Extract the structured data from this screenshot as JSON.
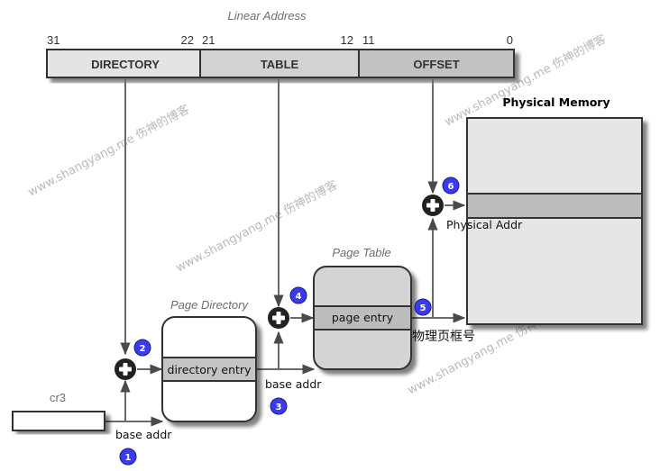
{
  "diagram": {
    "title": "Linear Address",
    "linear_address": {
      "bit_labels": [
        "31",
        "22",
        "21",
        "12",
        "11",
        "0"
      ],
      "segments": [
        {
          "label": "DIRECTORY",
          "bits": "31-22",
          "color": "#e4e4e4"
        },
        {
          "label": "TABLE",
          "bits": "21-12",
          "color": "#d2d2d2"
        },
        {
          "label": "OFFSET",
          "bits": "11-0",
          "color": "#c2c2c2"
        }
      ]
    },
    "cr3": {
      "label": "cr3"
    },
    "page_directory": {
      "title": "Page Directory",
      "entry_label": "directory entry"
    },
    "page_table": {
      "title": "Page Table",
      "entry_label": "page entry"
    },
    "physical_memory": {
      "title": "Physical Memory"
    },
    "labels": {
      "base_addr_1": "base addr",
      "base_addr_3": "base addr",
      "physical_addr": "Physical Addr",
      "page_frame_number": "物理页框号"
    },
    "adders": [
      {
        "id": "adder-directory",
        "icon": "plus-icon"
      },
      {
        "id": "adder-table",
        "icon": "plus-icon"
      },
      {
        "id": "adder-physical",
        "icon": "plus-icon"
      }
    ],
    "step_badges": [
      "1",
      "2",
      "3",
      "4",
      "5",
      "6"
    ],
    "badge_color": "#3a3af0",
    "watermark": "www.shangyang.me 伤神的博客"
  }
}
